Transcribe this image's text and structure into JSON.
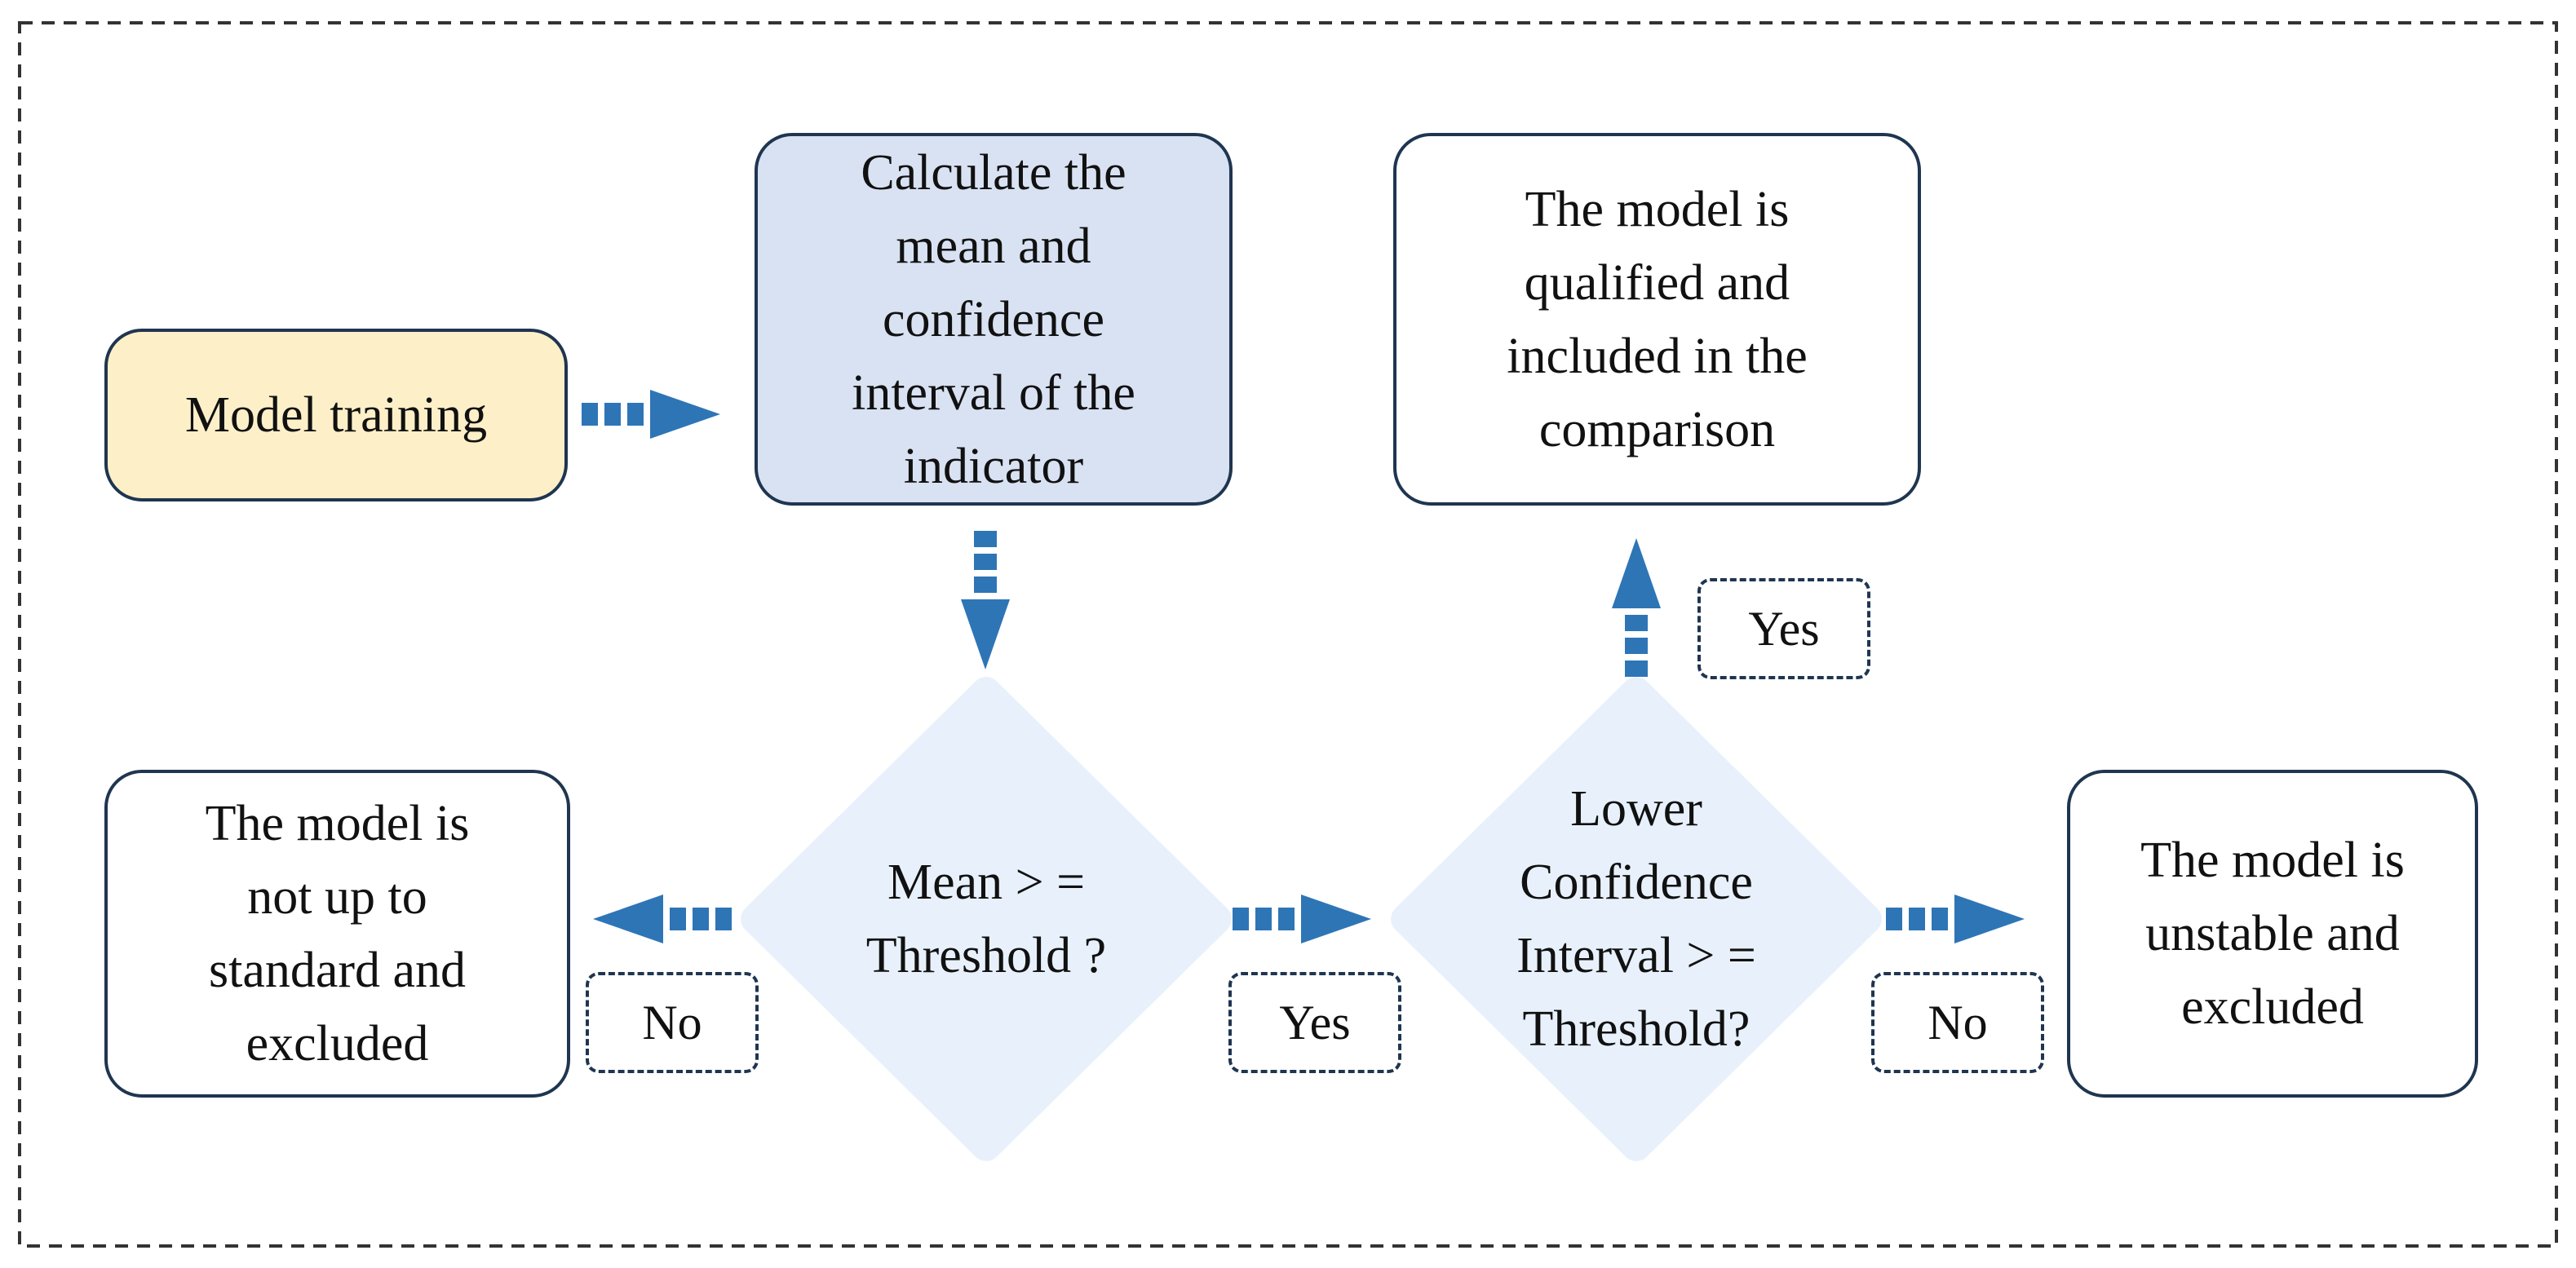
{
  "nodes": {
    "model_training": {
      "lines": [
        "Model training"
      ],
      "fill": "#fdf0c8"
    },
    "calculate": {
      "lines": [
        "Calculate the",
        "mean and",
        "confidence",
        "interval of the",
        "indicator"
      ],
      "fill": "#d9e2f2"
    },
    "qualified": {
      "lines": [
        "The model is",
        "qualified and",
        "included in the",
        "comparison"
      ],
      "fill": "#ffffff"
    },
    "not_standard": {
      "lines": [
        "The model is",
        "not up to",
        "standard and",
        "excluded"
      ],
      "fill": "#ffffff"
    },
    "unstable": {
      "lines": [
        "The model is",
        "unstable and",
        "excluded"
      ],
      "fill": "#ffffff"
    }
  },
  "decisions": {
    "mean_check": {
      "lines": [
        "Mean > =",
        "Threshold ?"
      ],
      "fill": "#e8f1fb"
    },
    "lower_ci_check": {
      "lines": [
        "Lower",
        "Confidence",
        "Interval > =",
        "Threshold?"
      ],
      "fill": "#e8f1fb"
    }
  },
  "edge_labels": {
    "mean_no": "No",
    "mean_yes": "Yes",
    "ci_yes": "Yes",
    "ci_no": "No"
  },
  "colors": {
    "arrow": "#2e75b6",
    "border": "#1f3550",
    "frame": "#333333"
  }
}
